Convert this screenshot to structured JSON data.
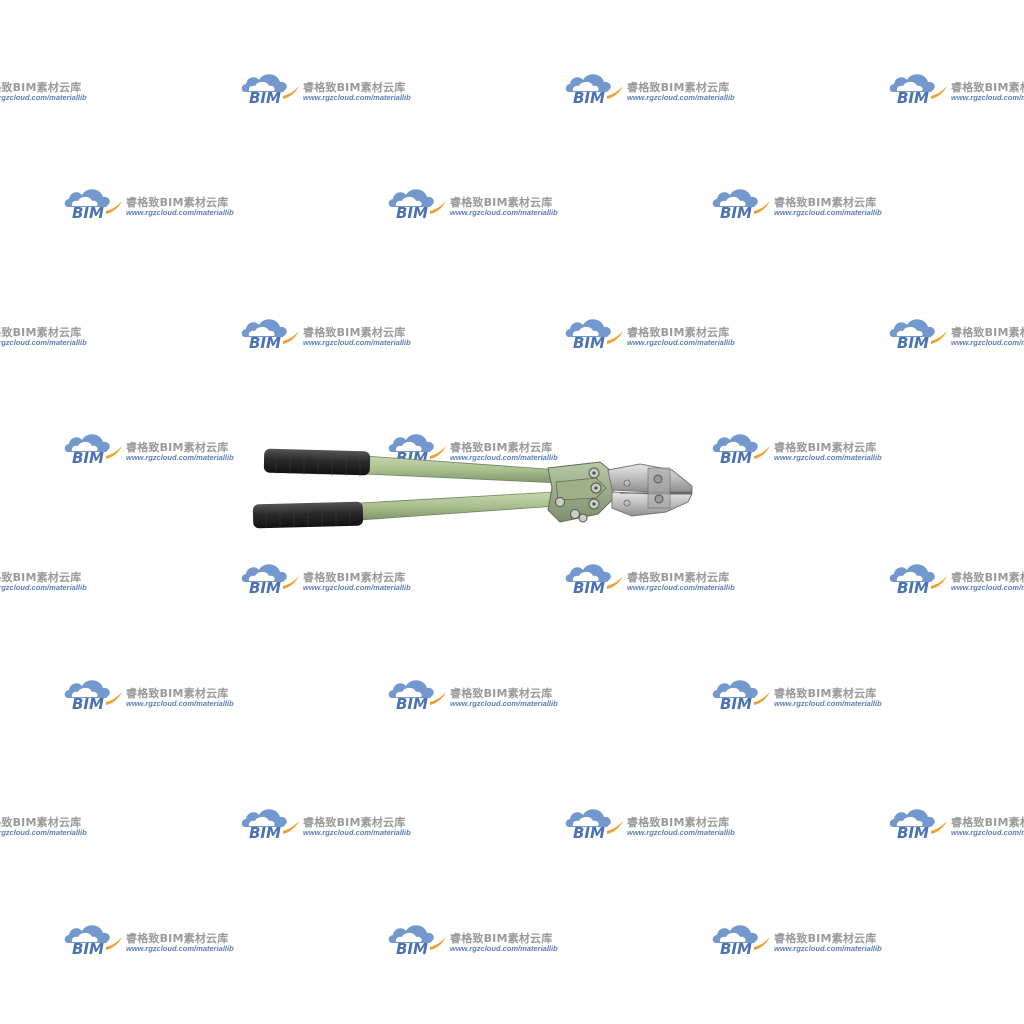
{
  "watermark": {
    "logo_text": "BIM",
    "site_name": "睿格致BIM素材云库",
    "url": "www.rgzcloud.com/materiallib",
    "colors": {
      "cloud_blue": "#5b86c4",
      "logo_text_blue": "#4a72b5",
      "swoosh_orange": "#f0a030",
      "site_name_gray": "#9a9a9a",
      "url_blue": "#5b7fb3"
    }
  },
  "subject": {
    "icon": "bolt-cutter-icon",
    "colors": {
      "handle_green": "#a9c08f",
      "grip_black": "#2a2a2a",
      "jaw_silver": "#c8c8c8",
      "hardware_gray": "#8d9a88"
    }
  },
  "page": {
    "background": "#ffffff"
  }
}
